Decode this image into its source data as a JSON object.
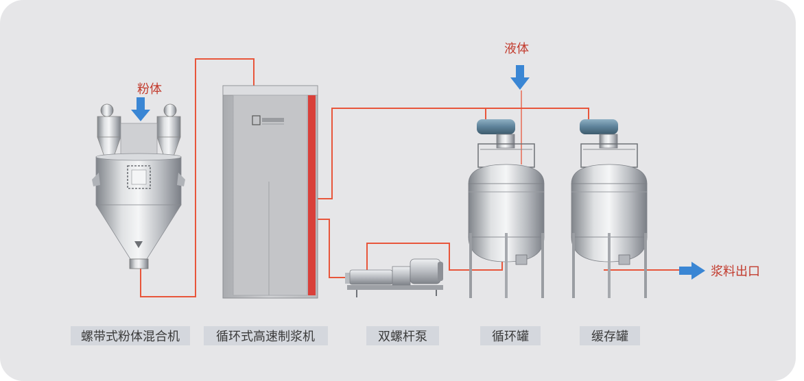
{
  "labels": {
    "powder": "粉体",
    "liquid": "液体",
    "outlet": "浆料出口"
  },
  "equipment": [
    {
      "label": "螺带式粉体混合机"
    },
    {
      "label": "循环式高速制浆机"
    },
    {
      "label": "双螺杆泵"
    },
    {
      "label": "循环罐"
    },
    {
      "label": "缓存罐"
    }
  ],
  "colors": {
    "pipe": "#e8553a",
    "arrow": "#3a86d4",
    "label_red": "#c23a2c",
    "panel": "#e6e6e8",
    "tag_background": "#d4d7dd",
    "machine_red_strip": "#d9403a"
  }
}
